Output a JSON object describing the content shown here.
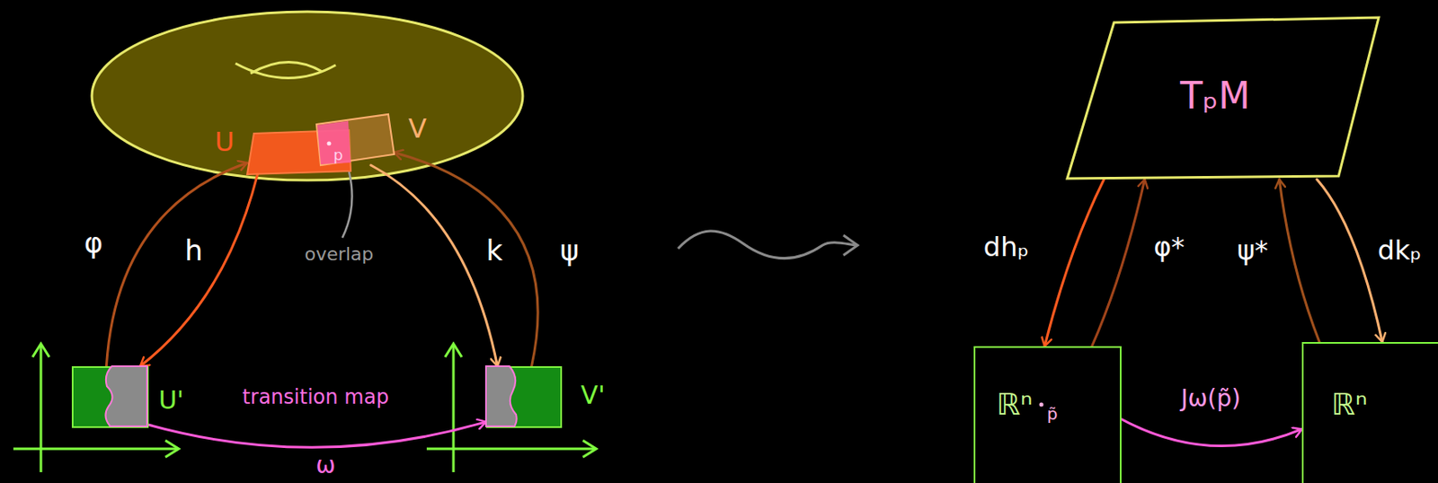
{
  "diagram": {
    "nodes": [
      {
        "text": [
          "U"
        ]
      },
      {
        "text": [
          "V"
        ]
      },
      {
        "text": [
          "TₚM"
        ]
      },
      {
        "text": [
          "U'"
        ]
      },
      {
        "text": [
          "V'"
        ]
      },
      {
        "text": [
          "ℝⁿ",
          "p̃"
        ]
      },
      {
        "text": [
          "ℝⁿ"
        ]
      }
    ],
    "edges": [
      {
        "from": 3,
        "to": 0,
        "label": "φ",
        "arrow": "to"
      },
      {
        "from": 0,
        "to": 3,
        "label": "h",
        "arrow": "to"
      },
      {
        "from": 1,
        "to": 4,
        "label": "k",
        "arrow": "to"
      },
      {
        "from": 4,
        "to": 1,
        "label": "ψ",
        "arrow": "to"
      },
      {
        "from": 3,
        "to": 4,
        "label": "transition map",
        "arrow": "to"
      },
      {
        "from": 2,
        "to": 5,
        "label": "dhₚ",
        "arrow": "to"
      },
      {
        "from": 5,
        "to": 2,
        "label": "φ*",
        "arrow": "to"
      },
      {
        "from": 6,
        "to": 2,
        "label": "ψ*",
        "arrow": "to"
      },
      {
        "from": 2,
        "to": 6,
        "label": "dkₚ",
        "arrow": "to"
      },
      {
        "from": 5,
        "to": 6,
        "label": "Jω(p̃)",
        "arrow": "to"
      }
    ],
    "labels": [
      "p",
      "overlap",
      "ω"
    ]
  }
}
